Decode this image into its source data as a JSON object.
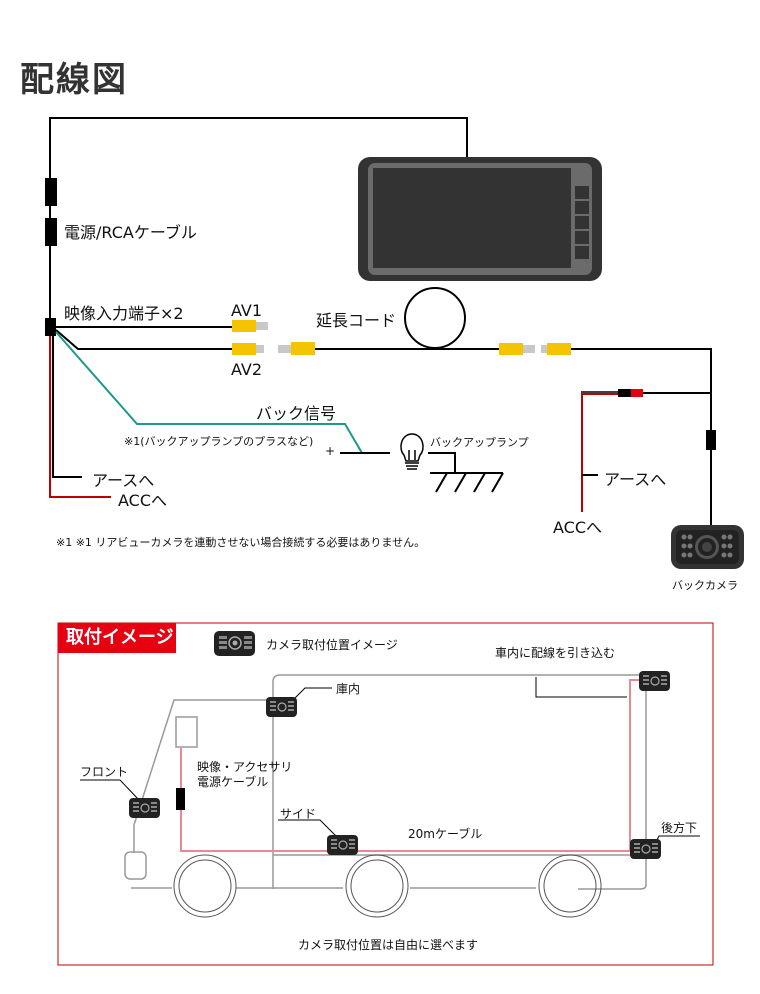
{
  "title": "配線図",
  "wiring": {
    "power_rca_cable": "電源/RCAケーブル",
    "video_input": "映像入力端子×2",
    "av1": "AV1",
    "av2": "AV2",
    "extension_cord": "延長コード",
    "back_signal": "バック信号",
    "note_plus": "※1(バックアップランプのプラスなど)",
    "plus_sign": "+",
    "backup_lamp": "バックアップランプ",
    "ground_left": "アースへ",
    "acc_left": "ACCへ",
    "ground_right": "アースへ",
    "acc_right": "ACCへ",
    "back_camera": "バックカメラ",
    "footnote": "※1 ※1 リアビューカメラを連動させない場合接続する必要はありません。"
  },
  "install": {
    "badge": "取付イメージ",
    "legend": "カメラ取付位置イメージ",
    "interior": "庫内",
    "route_inside": "車内に配線を引き込む",
    "front": "フロント",
    "video_power_cable_line1": "映像・アクセサリ",
    "video_power_cable_line2": "電源ケーブル",
    "side": "サイド",
    "cable_20m": "20mケーブル",
    "rear_low": "後方下",
    "caption": "カメラ取付位置は自由に選べます"
  },
  "colors": {
    "accent_red": "#e60012",
    "wire_red": "#c00000",
    "wire_teal": "#1a9a8a",
    "connector_yellow": "#f5c400",
    "monitor_dark": "#333333",
    "truck_line": "#999999",
    "cable_pink": "#e88a94"
  }
}
